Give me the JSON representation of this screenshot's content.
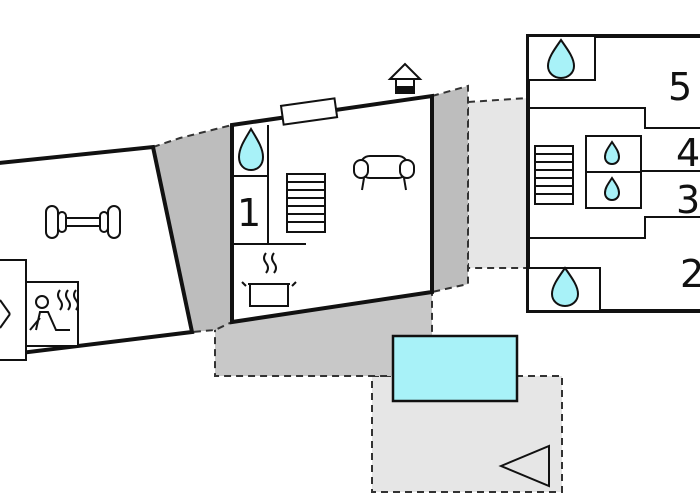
{
  "floorplan": {
    "room_numbers": {
      "main_house": "1",
      "annex_top": "5",
      "annex_mid_upper": "4",
      "annex_mid_lower": "3",
      "annex_bottom": "2"
    },
    "icons": [
      "dumbbell-icon",
      "sauna-icon",
      "water-drop-icon",
      "stairs-icon",
      "sofa-icon",
      "cooking-pot-icon",
      "house-icon",
      "pool-icon",
      "direction-arrow-icon"
    ],
    "colors": {
      "wall": "#111111",
      "terrace": "#e6e6e6",
      "covered_terrace": "#c8c8c8",
      "water": "#a8f2f8",
      "background": "#ffffff"
    }
  }
}
